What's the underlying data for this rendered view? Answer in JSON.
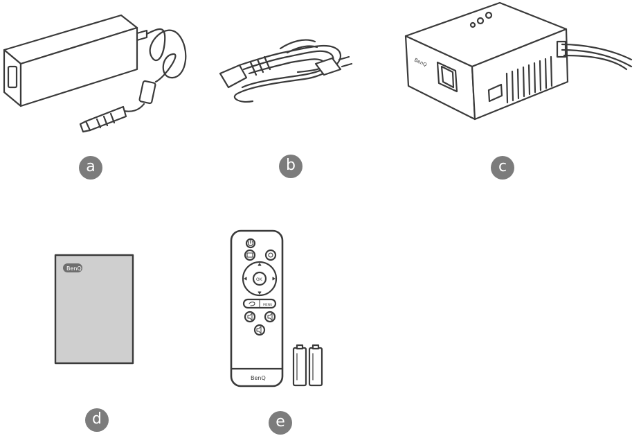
{
  "items": [
    {
      "id": "a",
      "label": "a",
      "description_icon": "power-adapter-icon"
    },
    {
      "id": "b",
      "label": "b",
      "description_icon": "power-cord-icon"
    },
    {
      "id": "c",
      "label": "c",
      "description_icon": "projector-icon"
    },
    {
      "id": "d",
      "label": "d",
      "description_icon": "manual-booklet-icon"
    },
    {
      "id": "e",
      "label": "e",
      "description_icon": "remote-control-icon"
    }
  ],
  "brand": {
    "projector_logo": "BenQ",
    "manual_logo": "BenQ",
    "remote_logo": "BenQ"
  },
  "remote": {
    "ok_label": "OK",
    "menu_label": "MENU"
  },
  "colors": {
    "badge": "#7c7c7c",
    "stroke": "#3a3a3a",
    "manual_fill": "#cfcfcf",
    "remote_fill": "#ffffff"
  }
}
